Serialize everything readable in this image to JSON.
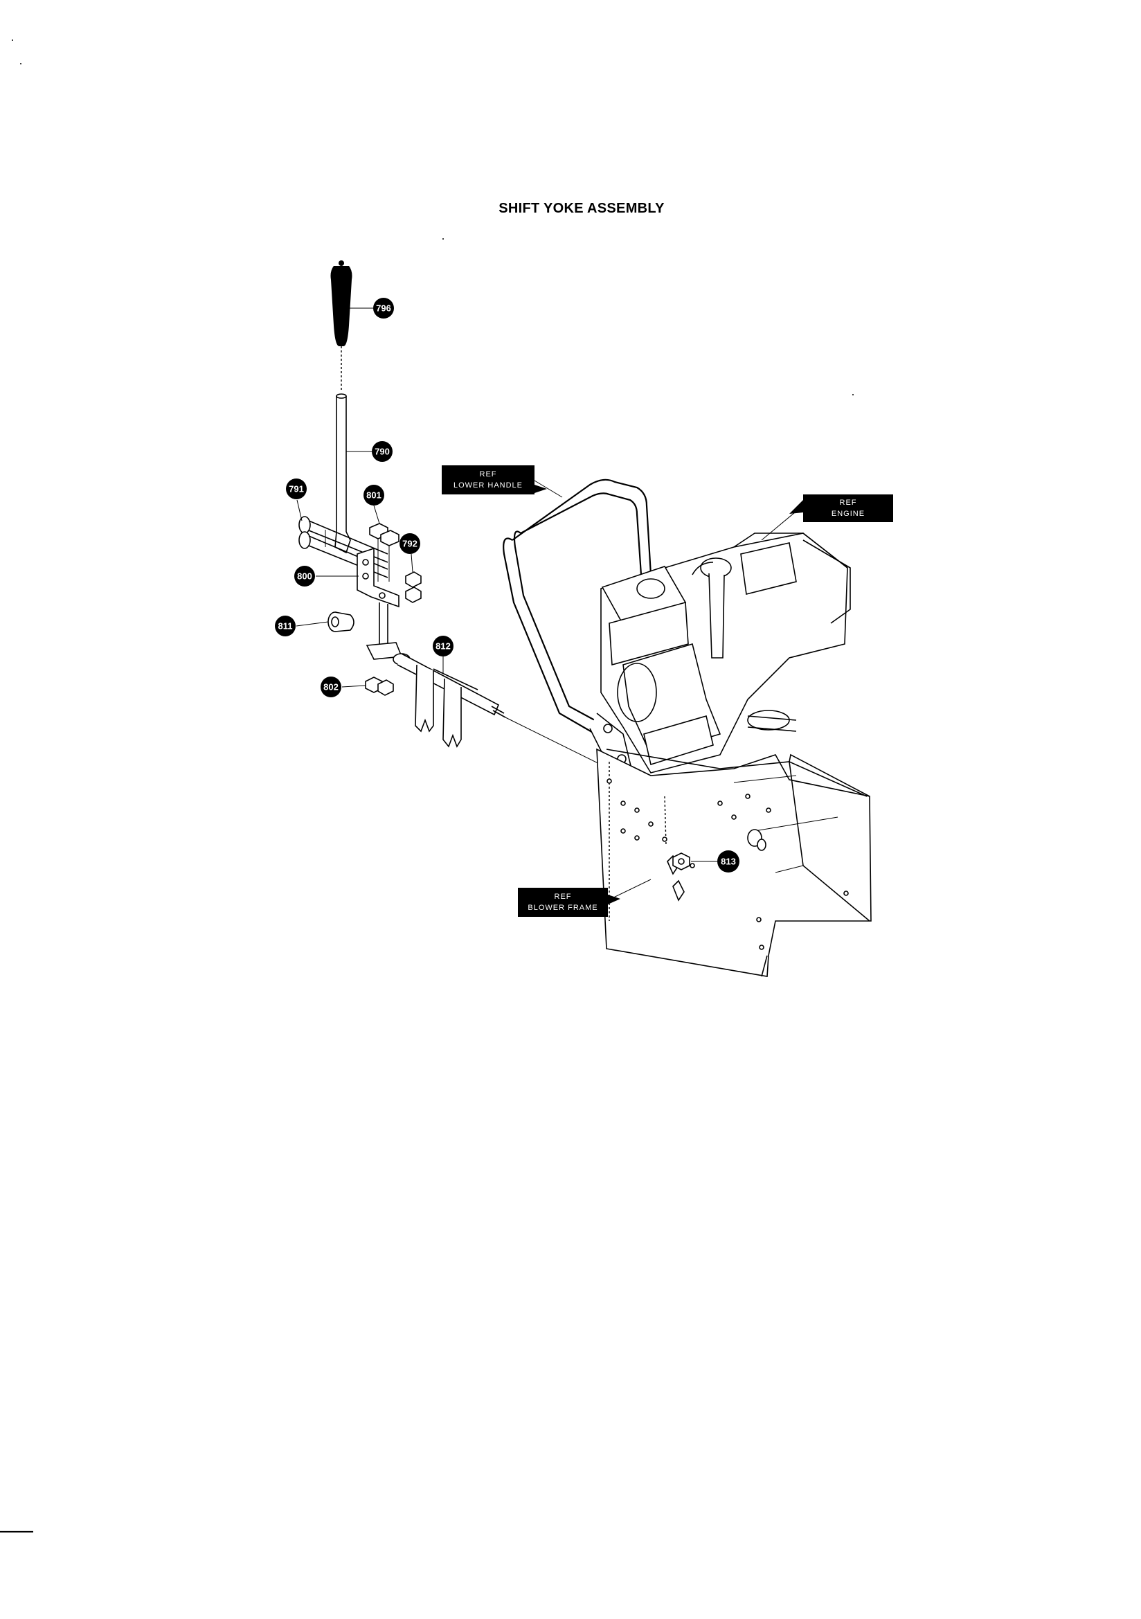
{
  "title": "SHIFT YOKE ASSEMBLY",
  "callouts": {
    "p796": "796",
    "p790": "790",
    "p791": "791",
    "p801": "801",
    "p792": "792",
    "p800": "800",
    "p811": "811",
    "p812": "812",
    "p802": "802",
    "p813": "813"
  },
  "ref_labels": {
    "lower_handle": {
      "line1": "REF",
      "line2": "LOWER HANDLE"
    },
    "engine": {
      "line1": "REF",
      "line2": "ENGINE"
    },
    "blower_frame": {
      "line1": "REF",
      "line2": "BLOWER FRAME"
    }
  },
  "colors": {
    "ink": "#000000",
    "paper": "#ffffff"
  }
}
